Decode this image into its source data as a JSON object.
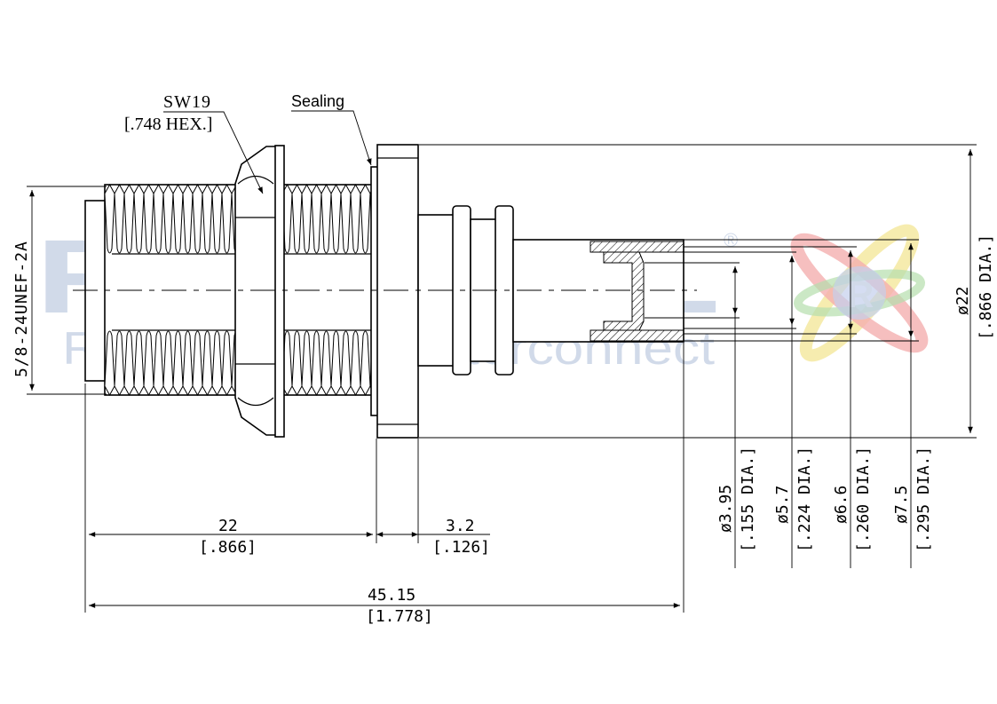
{
  "watermark": {
    "brand": "ROSNOL",
    "tagline": "RF Microwave Interconnect",
    "registered": "®",
    "logo_letter": "R",
    "colors": {
      "brand": "#c9d4e6",
      "logo_yellow": "#f3e48a",
      "logo_red": "#f2a1a1",
      "logo_green": "#a8d8a0",
      "logo_blue": "#b9c8ea"
    }
  },
  "callouts": {
    "hex_label": "SW19",
    "hex_sub": "[.748 HEX.]",
    "sealing": "Sealing",
    "thread": "5/8-24UNEF-2A"
  },
  "dimensions": {
    "len_22": "22",
    "len_22_in": "[.866]",
    "len_32": "3.2",
    "len_32_in": "[.126]",
    "len_total": "45.15",
    "len_total_in": "[1.778]",
    "dia_22": "ø22",
    "dia_22_in": "[.866 DIA.]",
    "dia_395": "ø3.95",
    "dia_395_in": "[.155 DIA.]",
    "dia_57": "ø5.7",
    "dia_57_in": "[.224 DIA.]",
    "dia_66": "ø6.6",
    "dia_66_in": "[.260 DIA.]",
    "dia_75": "ø7.5",
    "dia_75_in": "[.295 DIA.]"
  }
}
